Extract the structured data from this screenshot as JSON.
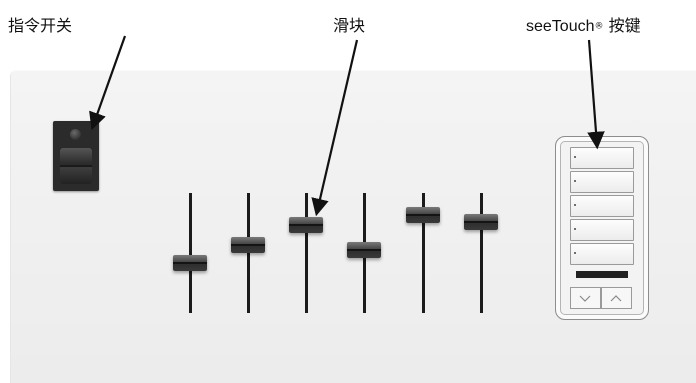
{
  "labels": {
    "command_switch": "指令开关",
    "slider": "滑块",
    "seetouch_brand": "seeTouch",
    "seetouch_reg": "®",
    "seetouch_button": "按键"
  },
  "sliders": {
    "count": 6,
    "levels": [
      0.23,
      0.47,
      0.73,
      0.4,
      0.87,
      0.78
    ]
  },
  "keypad": {
    "button_count": 5
  },
  "colors": {
    "panel": "#f0f0f0",
    "device_dark": "#2b2b2b",
    "callout_line": "#111111"
  }
}
